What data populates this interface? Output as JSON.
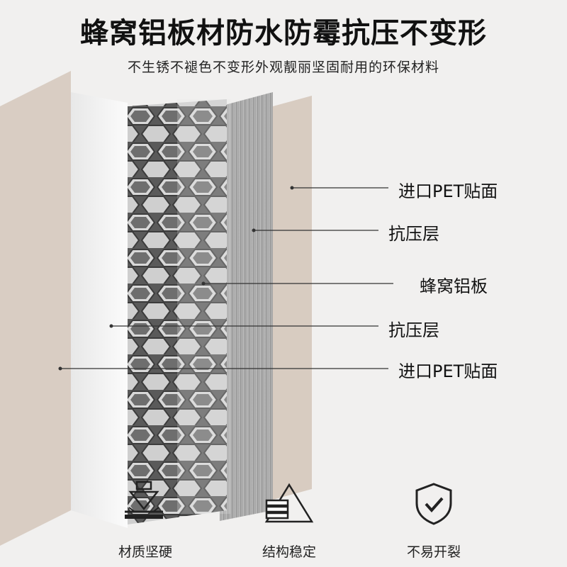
{
  "header": {
    "title": "蜂窝铝板材防水防霉抗压不变形",
    "subtitle": "不生锈不褪色不变形外观靓丽坚固耐用的环保材料"
  },
  "layers": {
    "pet_top": "进口PET贴面",
    "pressure_top": "抗压层",
    "honeycomb": "蜂窝铝板",
    "pressure_bottom": "抗压层",
    "pet_bottom": "进口PET贴面"
  },
  "features": [
    {
      "label": "材质坚硬",
      "icon": "hard-material-icon"
    },
    {
      "label": "结构稳定",
      "icon": "stable-structure-icon"
    },
    {
      "label": "不易开裂",
      "icon": "shield-check-icon"
    }
  ],
  "colors": {
    "pet_panel": "#d9cdc3",
    "white_panel": "#f4f4f4",
    "brushed_metal": "#a8a8a8",
    "text": "#111111"
  }
}
